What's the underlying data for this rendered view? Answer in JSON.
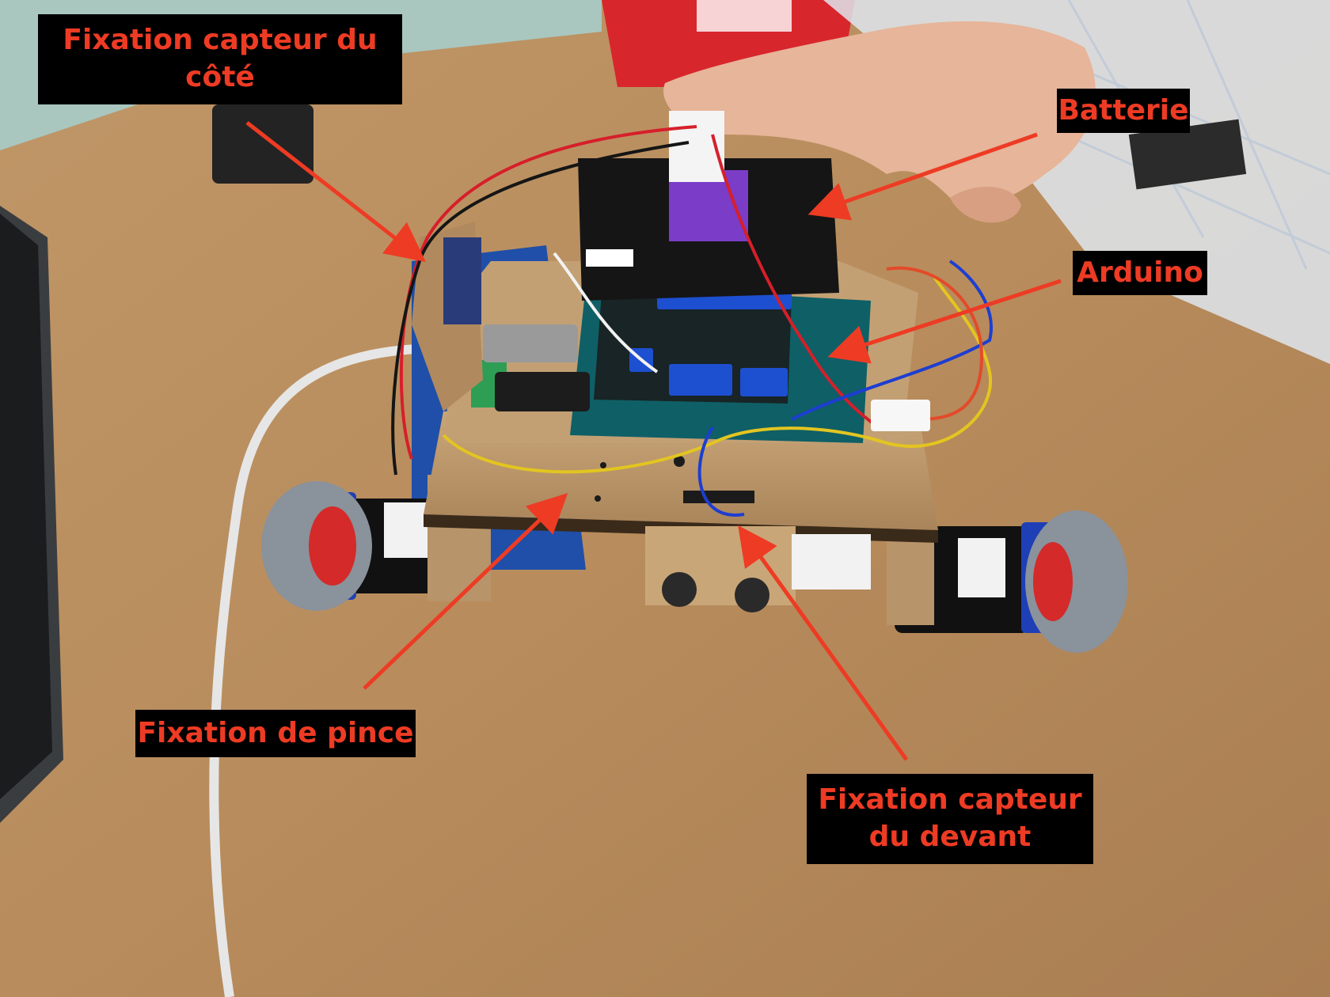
{
  "annotations": {
    "side_sensor": {
      "line1": "Fixation capteur du",
      "line2": "côté"
    },
    "battery": {
      "text": "Batterie"
    },
    "arduino": {
      "text": "Arduino"
    },
    "gripper": {
      "text": "Fixation de pince"
    },
    "front_sensor": {
      "line1": "Fixation capteur",
      "line2": "du devant"
    }
  },
  "colors": {
    "label_text": "#ee3b24",
    "label_background": "#000000",
    "arrow": "#ee3b24"
  }
}
